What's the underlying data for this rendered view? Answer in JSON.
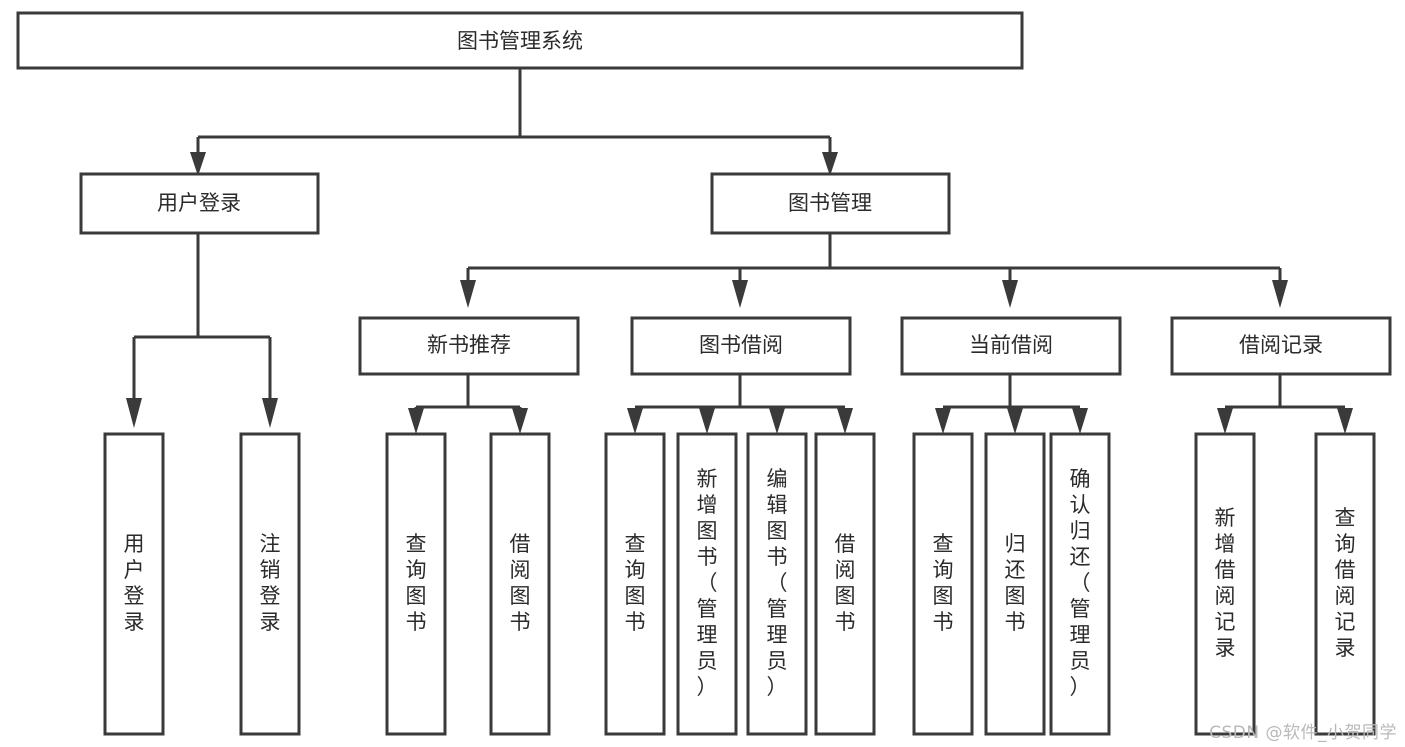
{
  "diagram": {
    "title": "图书管理系统",
    "watermark": "CSDN @软件_小贺同学",
    "colors": {
      "background": "#ffffff",
      "stroke": "#3a3a3a",
      "text": "#2b2b2b",
      "watermark": "#b9b9b9"
    },
    "root": {
      "label": "图书管理系统"
    },
    "level2": [
      {
        "label": "用户登录"
      },
      {
        "label": "图书管理"
      }
    ],
    "level3": [
      {
        "label": "新书推荐"
      },
      {
        "label": "图书借阅"
      },
      {
        "label": "当前借阅"
      },
      {
        "label": "借阅记录"
      }
    ],
    "leaves": {
      "user_login": [
        {
          "label": "用户登录"
        },
        {
          "label": "注销登录"
        }
      ],
      "new_book": [
        {
          "label": "查询图书"
        },
        {
          "label": "借阅图书"
        }
      ],
      "book_borrow": [
        {
          "label": "查询图书"
        },
        {
          "label": "新增图书（管理员）"
        },
        {
          "label": "编辑图书（管理员）"
        },
        {
          "label": "借阅图书"
        }
      ],
      "current_borrow": [
        {
          "label": "查询图书"
        },
        {
          "label": "归还图书"
        },
        {
          "label": "确认归还（管理员）"
        }
      ],
      "borrow_record": [
        {
          "label": "新增借阅记录"
        },
        {
          "label": "查询借阅记录"
        }
      ]
    }
  }
}
